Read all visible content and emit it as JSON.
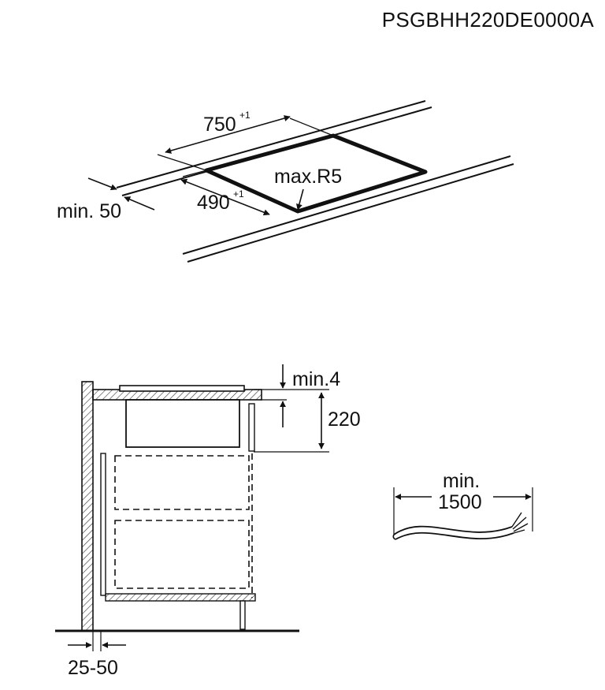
{
  "document_code": "PSGBHH220DE0000A",
  "cutout": {
    "width_value": "750",
    "width_tolerance": "+1",
    "depth_value": "490",
    "depth_tolerance": "+1",
    "edge_distance": "min. 50",
    "corner_radius": "max.R5"
  },
  "section": {
    "gap_label": "min.4",
    "height_label": "220",
    "wall_distance": "25-50"
  },
  "cable": {
    "label_line1": "min.",
    "label_line2": "1500"
  }
}
